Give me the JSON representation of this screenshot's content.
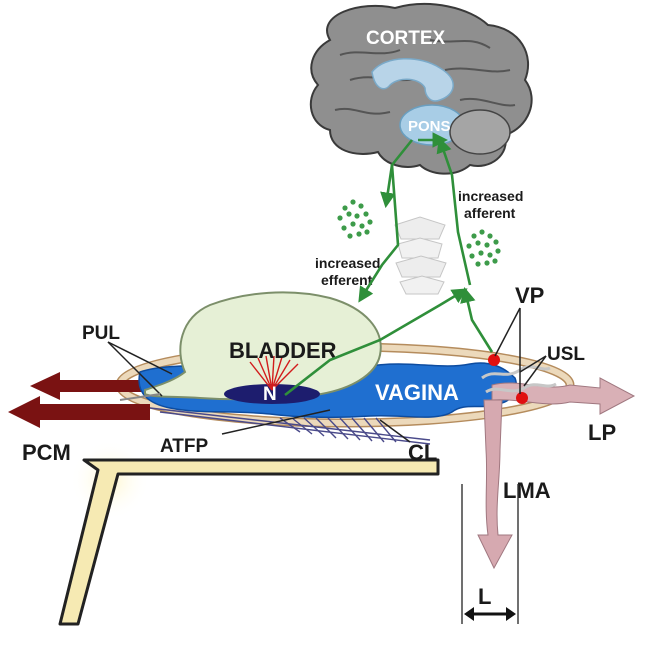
{
  "labels": {
    "cortex": "CORTEX",
    "pons": "PONS",
    "increased_efferent_1": "increased",
    "increased_efferent_2": "efferent",
    "increased_afferent_1": "increased",
    "increased_afferent_2": "afferent",
    "bladder": "BLADDER",
    "n": "N",
    "vagina": "VAGINA",
    "vp": "VP",
    "usl": "USL",
    "pul": "PUL",
    "pcm": "PCM",
    "atfp": "ATFP",
    "cl": "CL",
    "lp": "LP",
    "lma": "LMA",
    "l": "L"
  },
  "colors": {
    "nerve_path": "#2f8f3a",
    "brain": "#8e8e8e",
    "bladder": "#e6f0d6",
    "vagina": "#1f6fd0",
    "pcm_arrow": "#7a1212",
    "lma_arrow": "#c9a3a8",
    "pubic_bone": "#f6eab3",
    "pelvic_ring": "#e9d3b0",
    "vp_dots": "#e01010"
  }
}
